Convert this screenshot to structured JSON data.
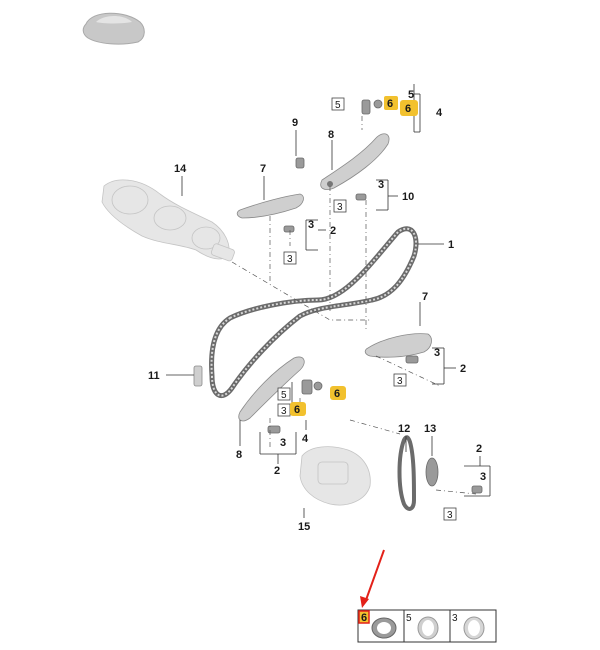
{
  "callouts": [
    {
      "id": "c1",
      "label": "1"
    },
    {
      "id": "c2a",
      "label": "2"
    },
    {
      "id": "c2b",
      "label": "2"
    },
    {
      "id": "c2c",
      "label": "2"
    },
    {
      "id": "c2d",
      "label": "2"
    },
    {
      "id": "c3a",
      "label": "3"
    },
    {
      "id": "c3b",
      "label": "3"
    },
    {
      "id": "c3c",
      "label": "3"
    },
    {
      "id": "c3d",
      "label": "3"
    },
    {
      "id": "c3e",
      "label": "3"
    },
    {
      "id": "c4a",
      "label": "4"
    },
    {
      "id": "c4b",
      "label": "4"
    },
    {
      "id": "c5a",
      "label": "5"
    },
    {
      "id": "c5b",
      "label": "5"
    },
    {
      "id": "c6a",
      "label": "6"
    },
    {
      "id": "c6b",
      "label": "6"
    },
    {
      "id": "c7a",
      "label": "7"
    },
    {
      "id": "c7b",
      "label": "7"
    },
    {
      "id": "c8a",
      "label": "8"
    },
    {
      "id": "c8b",
      "label": "8"
    },
    {
      "id": "c9",
      "label": "9"
    },
    {
      "id": "c10",
      "label": "10"
    },
    {
      "id": "c11",
      "label": "11"
    },
    {
      "id": "c12",
      "label": "12"
    },
    {
      "id": "c13",
      "label": "13"
    },
    {
      "id": "c14",
      "label": "14"
    },
    {
      "id": "c15",
      "label": "15"
    }
  ],
  "boxed_labels": {
    "b5a": "5",
    "b5b": "5",
    "b3a": "3",
    "b3b": "3",
    "b3c": "3",
    "b3d": "3",
    "b3e": "3"
  },
  "yellow_badges": {
    "y6a": "6",
    "y6b": "6",
    "y6c": "6",
    "y6d": "6"
  },
  "legend": {
    "cells": [
      {
        "label": "6",
        "highlighted": true
      },
      {
        "label": "5",
        "highlighted": false
      },
      {
        "label": "3",
        "highlighted": false
      }
    ]
  },
  "colors": {
    "badge_yellow": "#f2c12e",
    "highlight_red": "#e32119",
    "arrow_red": "#e32119"
  }
}
